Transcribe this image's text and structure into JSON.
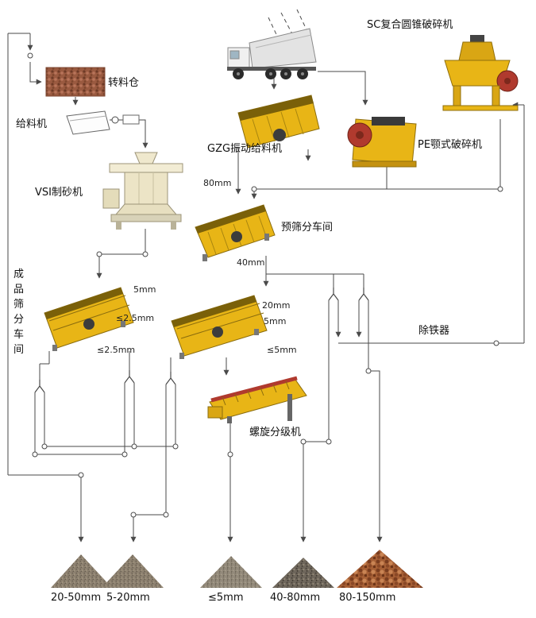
{
  "diagram": {
    "machines": {
      "cone": "SC复合圆锥破碎机",
      "bin": "转料仓",
      "feeder": "给料机",
      "gzg": "GZG振动给料机",
      "jaw": "PE颚式破碎机",
      "vsi": "VSI制砂机",
      "prescreen": "预筛分车间",
      "finished": "成品筛分车间",
      "iron": "除铁器",
      "spiral": "螺旋分级机"
    },
    "sizes": {
      "feed80": "80mm",
      "out40": "40mm",
      "ls_top": "5mm",
      "ls_mid": "≤2.5mm",
      "ls_bot": "≤2.5mm",
      "ms_top": "20mm",
      "ms_mid": "5mm",
      "ms_bot": "≤5mm"
    },
    "products": [
      "20-50mm",
      "5-20mm",
      "≤5mm",
      "40-80mm",
      "80-150mm"
    ],
    "icons": {
      "dump_truck": "dump-truck",
      "cone_crusher": "cone-crusher",
      "rock_pile_photo": "rock-photo",
      "feeder_pan": "feeder-pan",
      "vibrating_feeder": "vibrating-feeder",
      "jaw_crusher": "jaw-crusher",
      "vsi_machine": "vsi-sand-maker",
      "vibrating_screen": "vibrating-screen",
      "spiral_classifier": "spiral-classifier",
      "product_pile": "product-pile"
    },
    "colors": {
      "equipment_yellow": "#e8b516",
      "flywheel_red": "#b03a2e",
      "flow_line": "#4a4a4a",
      "rock_brown": "#9a5a40"
    }
  }
}
